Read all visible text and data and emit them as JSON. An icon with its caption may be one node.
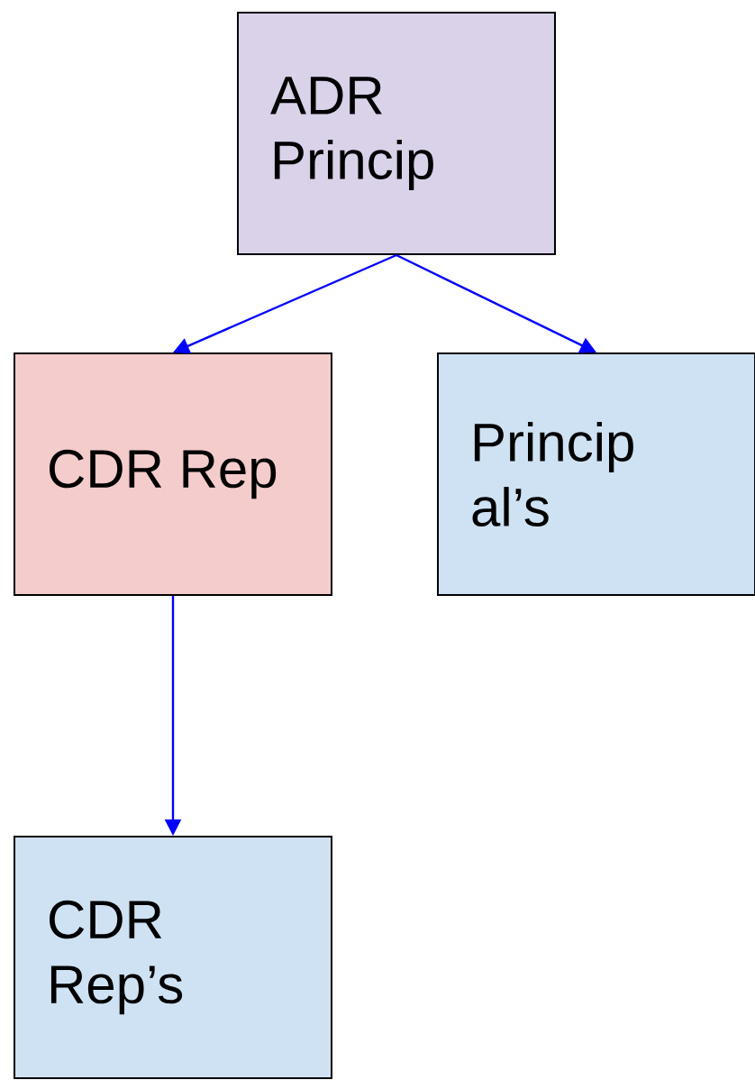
{
  "diagram": {
    "nodes": [
      {
        "text": [
          "ADR Princip"
        ]
      },
      {
        "text": [
          "CDR Rep"
        ]
      },
      {
        "text": [
          "Princip al’s"
        ]
      },
      {
        "text": [
          "CDR Rep’s"
        ]
      }
    ],
    "edges": [
      {
        "from": 0,
        "to": 1,
        "arrow": "to",
        "color": "#0000ff"
      },
      {
        "from": 0,
        "to": 2,
        "arrow": "to",
        "color": "#0000ff"
      },
      {
        "from": 1,
        "to": 3,
        "arrow": "to",
        "color": "#0000ff"
      }
    ]
  }
}
